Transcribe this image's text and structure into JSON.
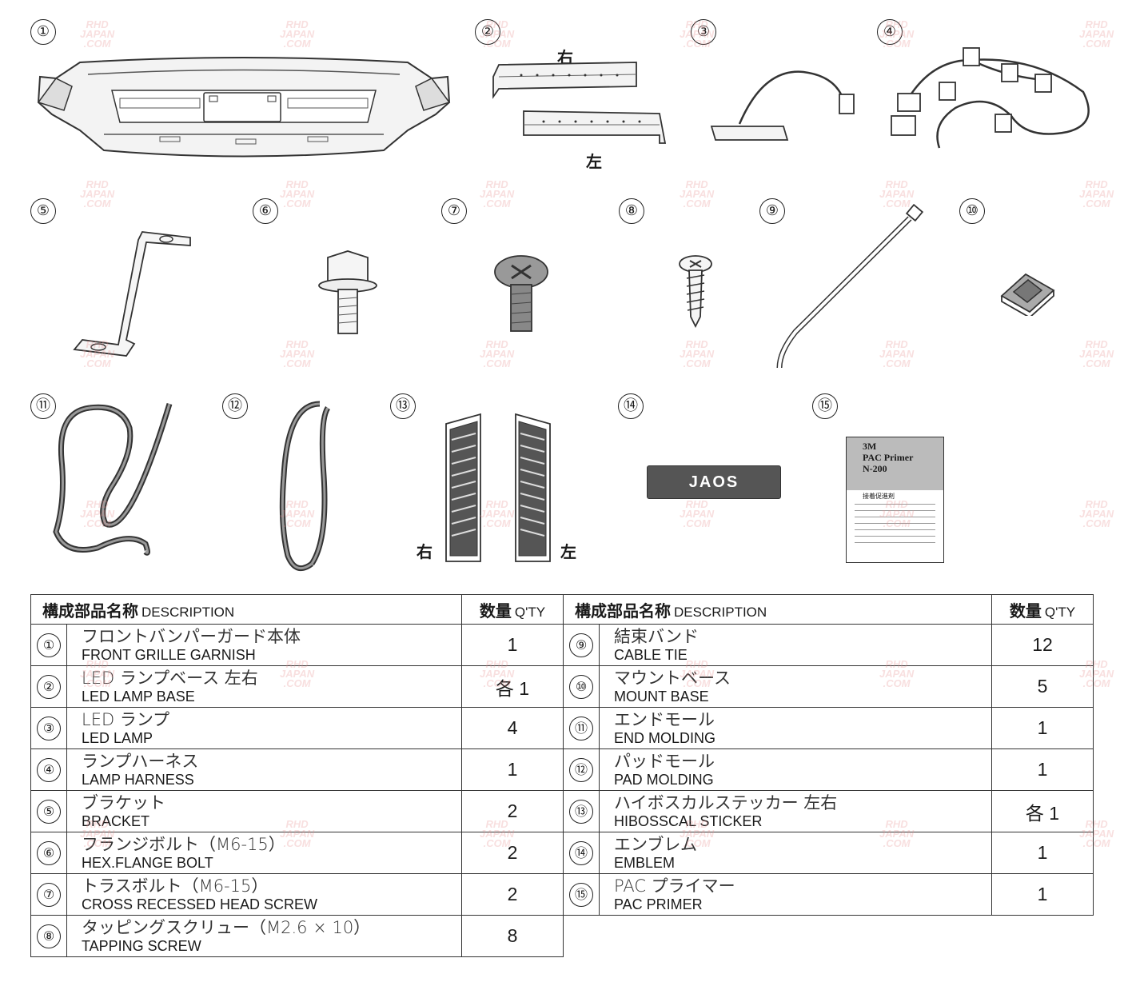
{
  "parts_callouts": {
    "n1": "①",
    "n2": "②",
    "n3": "③",
    "n4": "④",
    "n5": "⑤",
    "n6": "⑥",
    "n7": "⑦",
    "n8": "⑧",
    "n9": "⑨",
    "n10": "⑩",
    "n11": "⑪",
    "n12": "⑫",
    "n13": "⑬",
    "n14": "⑭",
    "n15": "⑮"
  },
  "side_labels": {
    "right": "右",
    "left": "左"
  },
  "emblem_text": "JAOS",
  "primer": {
    "brand": "3M",
    "line1": "PAC Primer",
    "line2": "N-200",
    "jp": "接着促進剤"
  },
  "table_left": {
    "header_jp": "構成部品名称",
    "header_en": "DESCRIPTION",
    "qty_jp": "数量",
    "qty_en": "Q'TY",
    "rows": [
      {
        "idx": "①",
        "jp": "フロントバンパーガード本体",
        "en": "FRONT GRILLE GARNISH",
        "qty": "1"
      },
      {
        "idx": "②",
        "jp": "LED ランプベース 左右",
        "en": "LED LAMP BASE",
        "qty": "各 1"
      },
      {
        "idx": "③",
        "jp": "LED ランプ",
        "en": "LED LAMP",
        "qty": "4"
      },
      {
        "idx": "④",
        "jp": "ランプハーネス",
        "en": "LAMP HARNESS",
        "qty": "1"
      },
      {
        "idx": "⑤",
        "jp": "ブラケット",
        "en": "BRACKET",
        "qty": "2"
      },
      {
        "idx": "⑥",
        "jp": "フランジボルト（M6-15）",
        "en": "HEX.FLANGE BOLT",
        "qty": "2"
      },
      {
        "idx": "⑦",
        "jp": "トラスボルト（M6-15）",
        "en": "CROSS RECESSED HEAD SCREW",
        "qty": "2"
      },
      {
        "idx": "⑧",
        "jp": "タッピングスクリュー（M2.6 × 10）",
        "en": "TAPPING SCREW",
        "qty": "8"
      }
    ]
  },
  "table_right": {
    "header_jp": "構成部品名称",
    "header_en": "DESCRIPTION",
    "qty_jp": "数量",
    "qty_en": "Q'TY",
    "rows": [
      {
        "idx": "⑨",
        "jp": "結束バンド",
        "en": "CABLE TIE",
        "qty": "12"
      },
      {
        "idx": "⑩",
        "jp": "マウントベース",
        "en": "MOUNT BASE",
        "qty": "5"
      },
      {
        "idx": "⑪",
        "jp": "エンドモール",
        "en": "END MOLDING",
        "qty": "1"
      },
      {
        "idx": "⑫",
        "jp": "パッドモール",
        "en": "PAD MOLDING",
        "qty": "1"
      },
      {
        "idx": "⑬",
        "jp": "ハイボスカルステッカー 左右",
        "en": "HIBOSSCAL STICKER",
        "qty": "各 1"
      },
      {
        "idx": "⑭",
        "jp": "エンブレム",
        "en": "EMBLEM",
        "qty": "1"
      },
      {
        "idx": "⑮",
        "jp": "PAC プライマー",
        "en": "PAC PRIMER",
        "qty": "1"
      }
    ]
  },
  "watermark": {
    "l1": "RHD",
    "l2": "JAPAN",
    "l3": ".COM"
  }
}
